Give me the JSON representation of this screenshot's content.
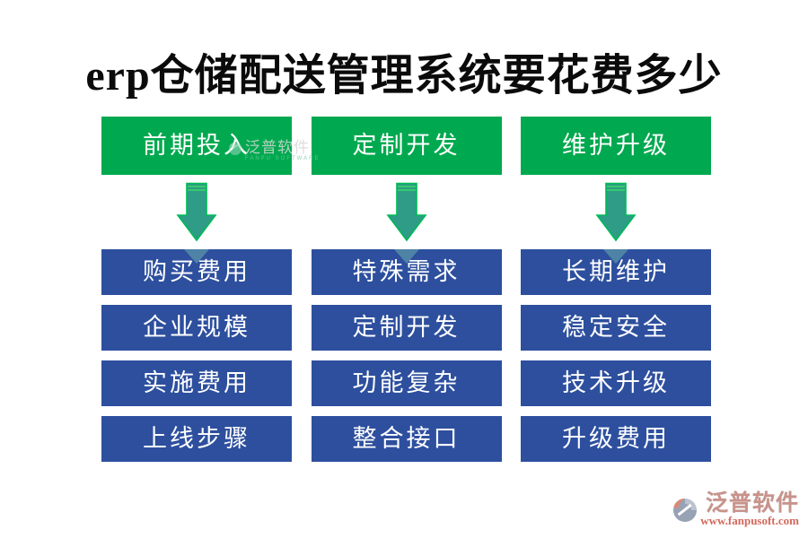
{
  "title": "erp仓储配送管理系统要花费多少",
  "columns": [
    {
      "header": "前期投入",
      "items": [
        "购买费用",
        "企业规模",
        "实施费用",
        "上线步骤"
      ]
    },
    {
      "header": "定制开发",
      "items": [
        "特殊需求",
        "定制开发",
        "功能复杂",
        "整合接口"
      ]
    },
    {
      "header": "维护升级",
      "items": [
        "长期维护",
        "稳定安全",
        "技术升级",
        "升级费用"
      ]
    }
  ],
  "watermark_overlay": {
    "brand": "泛普软件",
    "sub": "FANPU SOFTWARE"
  },
  "watermark_bottom": {
    "brand": "泛普软件",
    "url": "www.fanpusoft.com"
  },
  "icons": {
    "down_arrow": "▼",
    "brand_logo": "fanpu-crescent-circle"
  },
  "colors": {
    "header_green": "#00A94F",
    "box_blue": "#2D4F9E",
    "arrow_fill": "#2E9C86",
    "arrow_stroke": "#00BA57",
    "title_black": "#0B0B0B",
    "watermark_salmon": "#D4685C",
    "watermark_gray_blue": "#97A2B4"
  }
}
